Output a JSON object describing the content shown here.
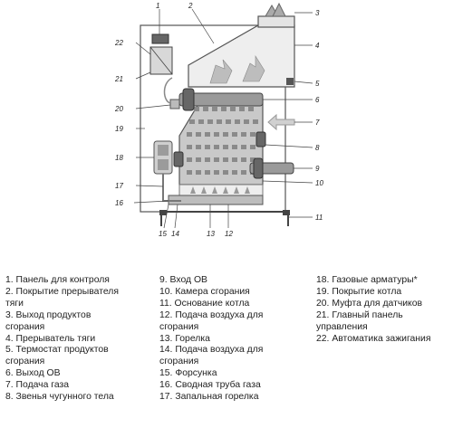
{
  "callouts": {
    "c1": "1",
    "c2": "2",
    "c3": "3",
    "c4": "4",
    "c5": "5",
    "c6": "6",
    "c7": "7",
    "c8": "8",
    "c9": "9",
    "c10": "10",
    "c11": "11",
    "c12": "12",
    "c13": "13",
    "c14": "14",
    "c15": "15",
    "c16": "16",
    "c17": "17",
    "c18": "18",
    "c19": "19",
    "c20": "20",
    "c21": "21",
    "c22": "22"
  },
  "legend": {
    "col1": [
      "1. Панель для контроля",
      "2. Покрытие прерывателя",
      "тяги",
      "3. Выход продуктов",
      "сгорания",
      "4. Прерыватель тяги",
      "5. Термостат продуктов",
      "сгорания",
      "6. Выход ОВ",
      "7. Подача газа",
      "8. Звенья чугунного тела"
    ],
    "col2": [
      "9. Вход ОВ",
      "10. Камера сгорания",
      "11. Основание котла",
      "12. Подача воздуха для",
      "сгорания",
      "13. Горелка",
      "14. Подача воздуха для",
      "сгорания",
      "15. Форсунка",
      "16. Сводная труба газа",
      "17. Запальная горелка"
    ],
    "col3": [
      "18. Газовые арматуры*",
      "19. Покрытие котла",
      "20. Муфта для датчиков",
      "21. Главный панель",
      "управления",
      "22. Автоматика зажигания"
    ]
  }
}
